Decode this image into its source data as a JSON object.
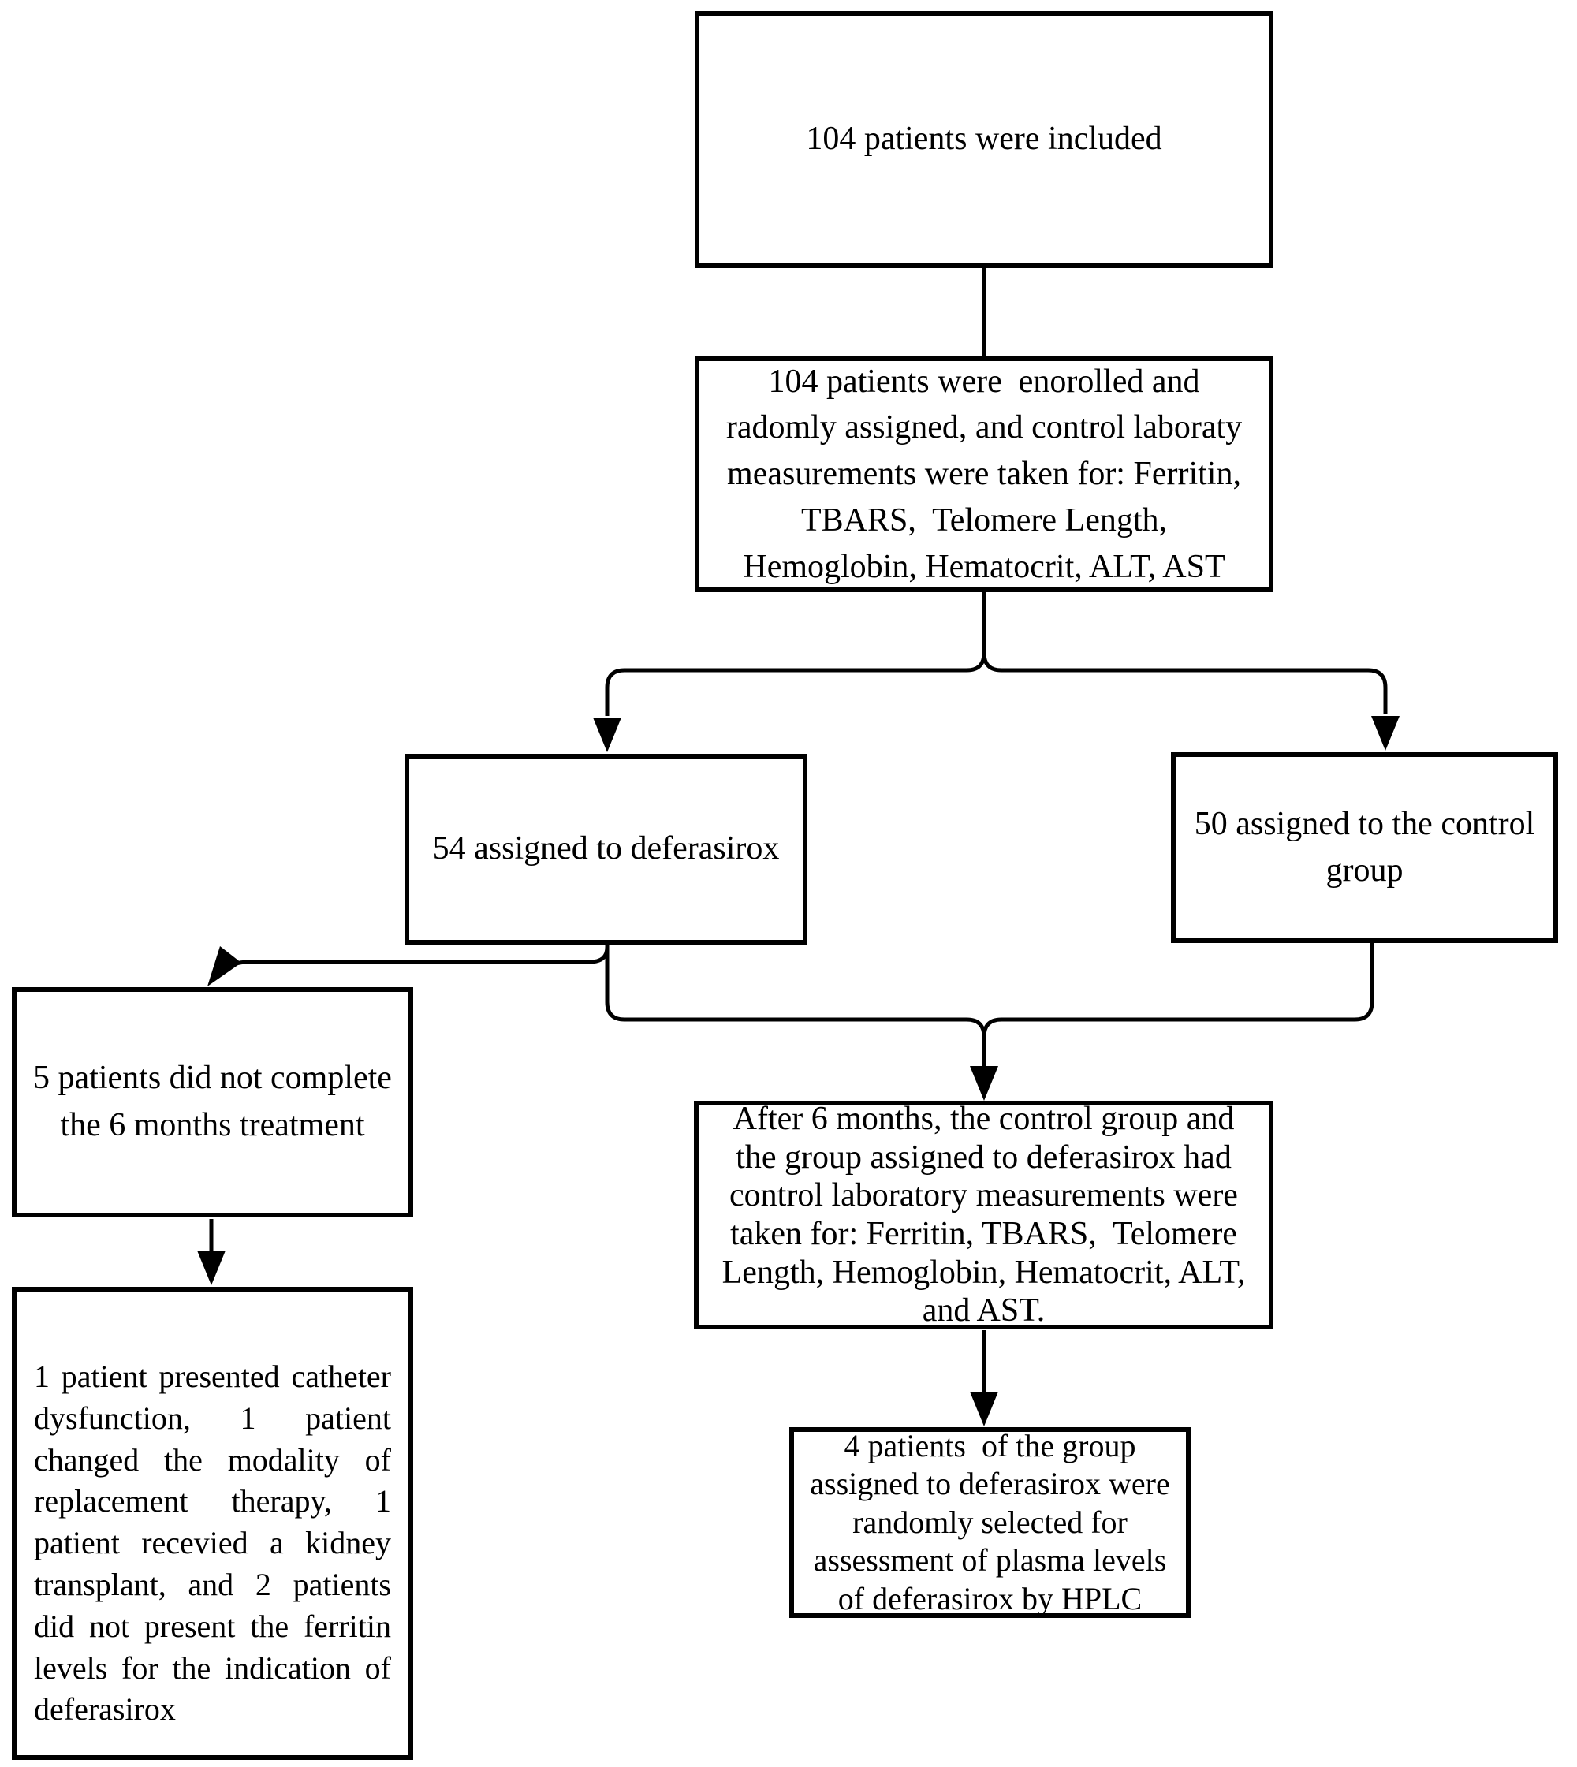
{
  "page": {
    "background": "#ffffff",
    "line_color": "#000000",
    "text_color": "#000000"
  },
  "boxes": {
    "included": {
      "text": "104 patients were included"
    },
    "enrolled": {
      "text": "104 patients were  enorolled and\nradomly assigned, and control laboraty\nmeasurements were taken for: Ferritin,\nTBARS,  Telomere Length,\nHemoglobin, Hematocrit, ALT, AST"
    },
    "deferasirox_group": {
      "text": "54 assigned to deferasirox"
    },
    "control_group": {
      "text": "50 assigned to the control\ngroup"
    },
    "not_completed": {
      "text": "5 patients did not complete\nthe 6 months treatment"
    },
    "dropout_reasons": {
      "lines": [
        "1 patient presented catheter",
        "dysfunction, 1 patient",
        "changed the modality of",
        "replacement therapy, 1",
        "patient recevied a kidney",
        "transplant, and 2 patients",
        "did not present the ferritin",
        "levels for the indication of",
        "deferasirox"
      ]
    },
    "six_months": {
      "text": "After 6 months, the control group and\nthe group assigned to deferasirox had\ncontrol laboratory measurements were\ntaken for: Ferritin, TBARS,  Telomere\nLength, Hemoglobin, Hematocrit, ALT,\nand AST."
    },
    "hplc": {
      "text": "4 patients  of the group\nassigned to deferasirox were\nrandomly selected for\nassessment of plasma levels\nof deferasirox by HPLC"
    }
  }
}
